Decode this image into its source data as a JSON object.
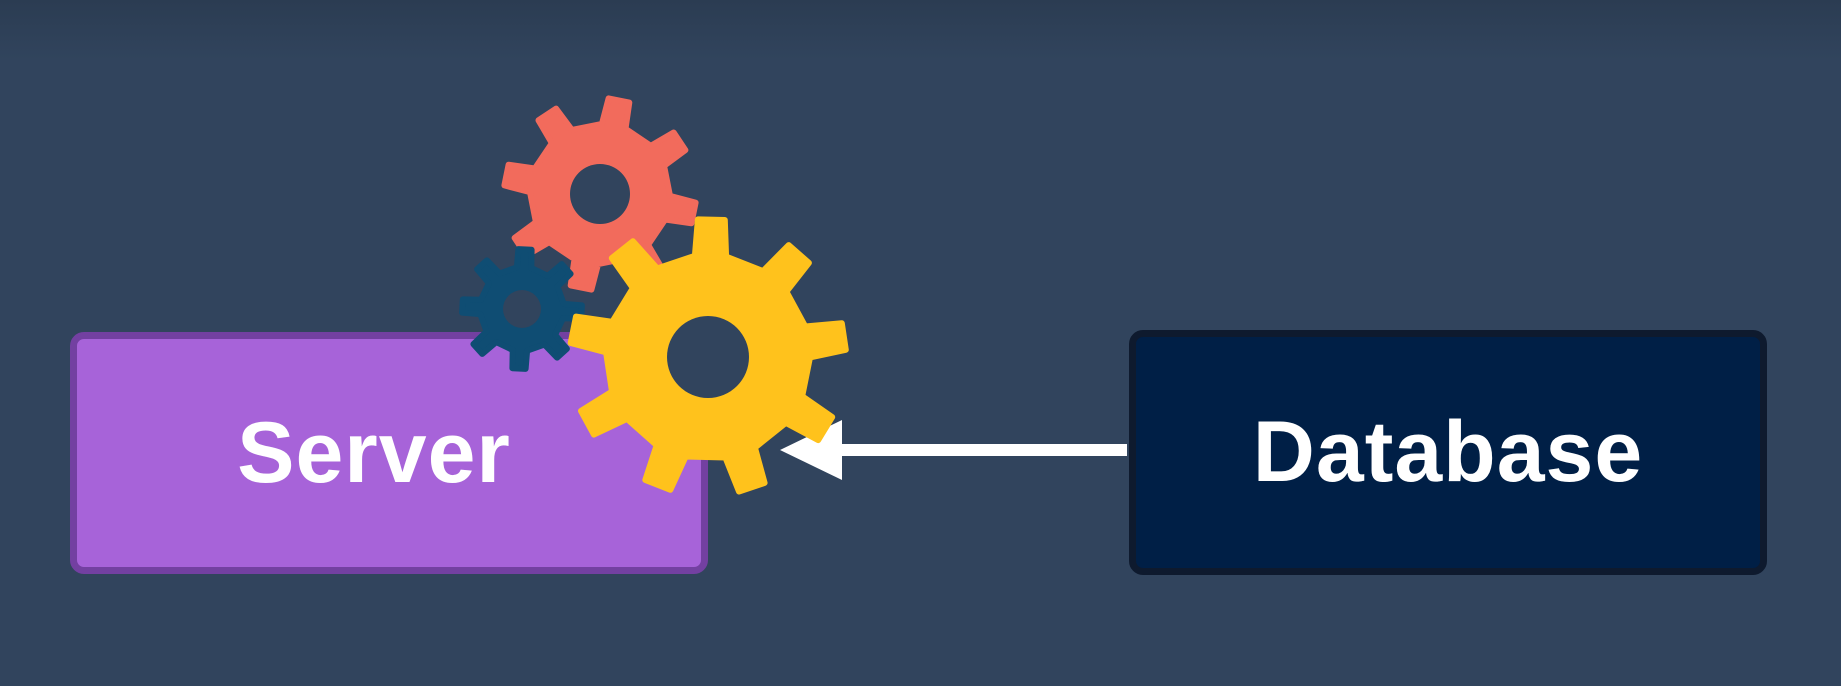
{
  "diagram": {
    "nodes": [
      {
        "id": "server",
        "label": "Server",
        "fill": "#a763d9",
        "border": "#7340a1"
      },
      {
        "id": "database",
        "label": "Database",
        "fill": "#001f46",
        "border": "#0e1a2e"
      }
    ],
    "edges": [
      {
        "from": "database",
        "to": "server",
        "style": "white-arrow"
      }
    ],
    "icons": [
      {
        "name": "gear-icon",
        "color": "#f26b5c"
      },
      {
        "name": "gear-icon",
        "color": "#0f4d73"
      },
      {
        "name": "gear-icon",
        "color": "#ffc21c"
      }
    ]
  },
  "colors": {
    "background": "#31445d",
    "arrow": "#ffffff"
  }
}
